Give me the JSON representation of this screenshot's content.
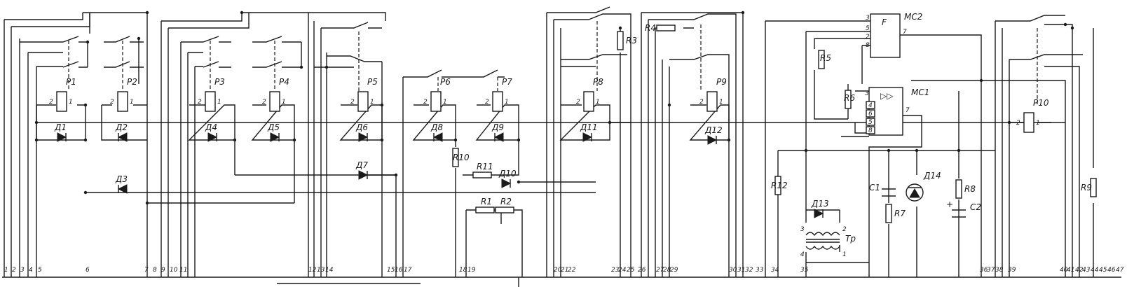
{
  "relays": [
    {
      "id": "P1",
      "label": "P1"
    },
    {
      "id": "P2",
      "label": "P2"
    },
    {
      "id": "P3",
      "label": "P3"
    },
    {
      "id": "P4",
      "label": "P4"
    },
    {
      "id": "P5",
      "label": "P5"
    },
    {
      "id": "P6",
      "label": "P6"
    },
    {
      "id": "P7",
      "label": "P7"
    },
    {
      "id": "P8",
      "label": "P8"
    },
    {
      "id": "P9",
      "label": "P9"
    },
    {
      "id": "P10",
      "label": "P10"
    }
  ],
  "diodes": [
    "Д1",
    "Д2",
    "Д3",
    "Д4",
    "Д5",
    "Д6",
    "Д7",
    "Д8",
    "Д9",
    "Д10",
    "Д11",
    "Д12",
    "Д13",
    "Д14"
  ],
  "resistors": [
    "R1",
    "R2",
    "R3",
    "R4",
    "R5",
    "R6",
    "R7",
    "R8",
    "R9",
    "R10",
    "R11",
    "R12"
  ],
  "capacitors": [
    "C1",
    "C2"
  ],
  "chips": {
    "mc2": {
      "label": "MC2",
      "func": "F",
      "pins_in": [
        "3",
        "5",
        "2",
        "8"
      ],
      "pin_out": "7"
    },
    "mc1": {
      "label": "MC1",
      "func": "▷▷",
      "pins_in": [
        "3",
        "4",
        "6",
        "5",
        "8"
      ],
      "pin_out": "7"
    }
  },
  "transformer": {
    "label": "Tp",
    "pins": [
      "3",
      "2",
      "4",
      "1"
    ]
  },
  "c2_polarity": "+",
  "terminals": [
    "1",
    "2",
    "3",
    "4",
    "5",
    "6",
    "7",
    "8",
    "9",
    "10",
    "11",
    "12",
    "13",
    "14",
    "15",
    "16",
    "17",
    "18",
    "19",
    "20",
    "21",
    "22",
    "23",
    "24",
    "25",
    "26",
    "27",
    "28",
    "29",
    "30",
    "31",
    "32",
    "33",
    "34",
    "35",
    "36",
    "37",
    "38",
    "39",
    "40",
    "41",
    "42",
    "43",
    "44",
    "45",
    "46",
    "47"
  ],
  "coil_pins": {
    "left": "2",
    "right": "1"
  }
}
